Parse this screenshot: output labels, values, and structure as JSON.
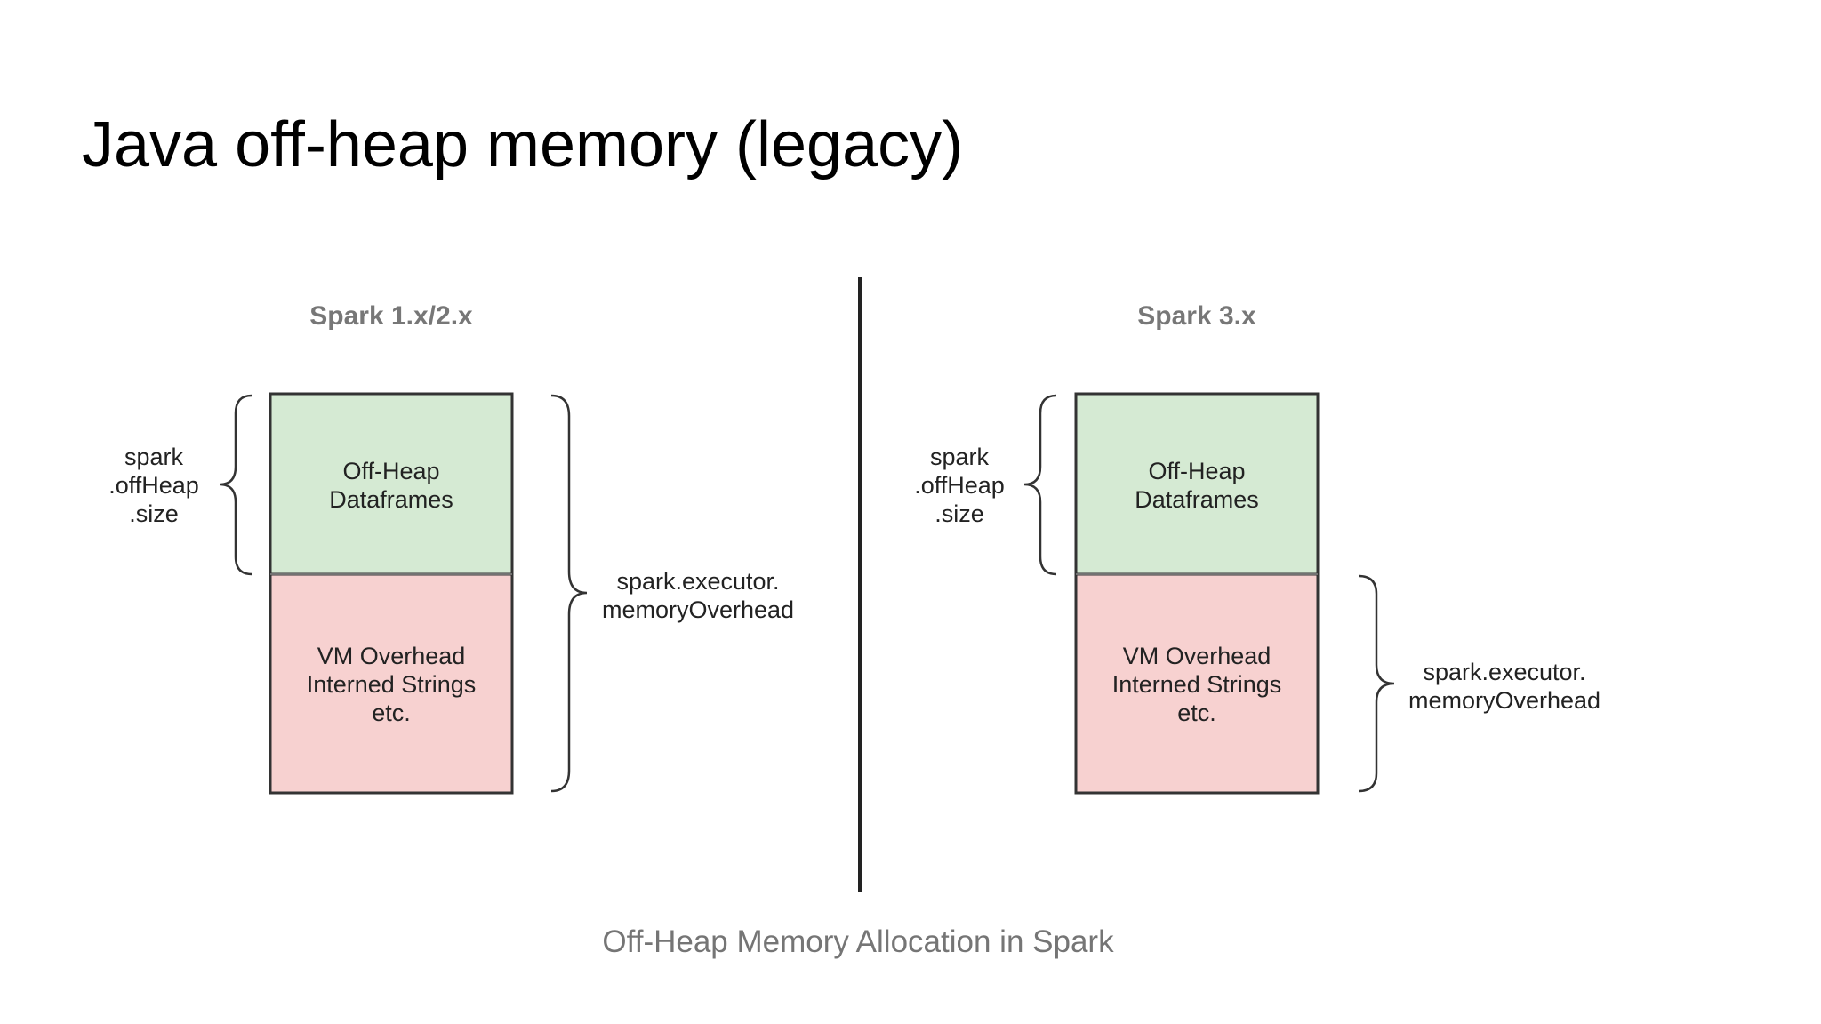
{
  "slide": {
    "title": "Java off-heap memory (legacy)"
  },
  "diagram": {
    "caption": "Off-Heap Memory Allocation in Spark",
    "colors": {
      "top_box_fill": "#d5ead3",
      "bottom_box_fill": "#f7d1d0",
      "border": "#333333",
      "divider": "#222222"
    },
    "panels": [
      {
        "title": "Spark 1.x/2.x",
        "top_box_lines": [
          "Off-Heap",
          "Dataframes"
        ],
        "bottom_box_lines": [
          "VM Overhead",
          "Interned Strings",
          "etc."
        ],
        "left_label_lines": [
          "spark",
          ".offHeap",
          ".size"
        ],
        "right_label_lines": [
          "spark.executor.",
          "memoryOverhead"
        ]
      },
      {
        "title": "Spark 3.x",
        "top_box_lines": [
          "Off-Heap",
          "Dataframes"
        ],
        "bottom_box_lines": [
          "VM Overhead",
          "Interned Strings",
          "etc."
        ],
        "left_label_lines": [
          "spark",
          ".offHeap",
          ".size"
        ],
        "right_label_lines": [
          "spark.executor.",
          "memoryOverhead"
        ]
      }
    ]
  }
}
